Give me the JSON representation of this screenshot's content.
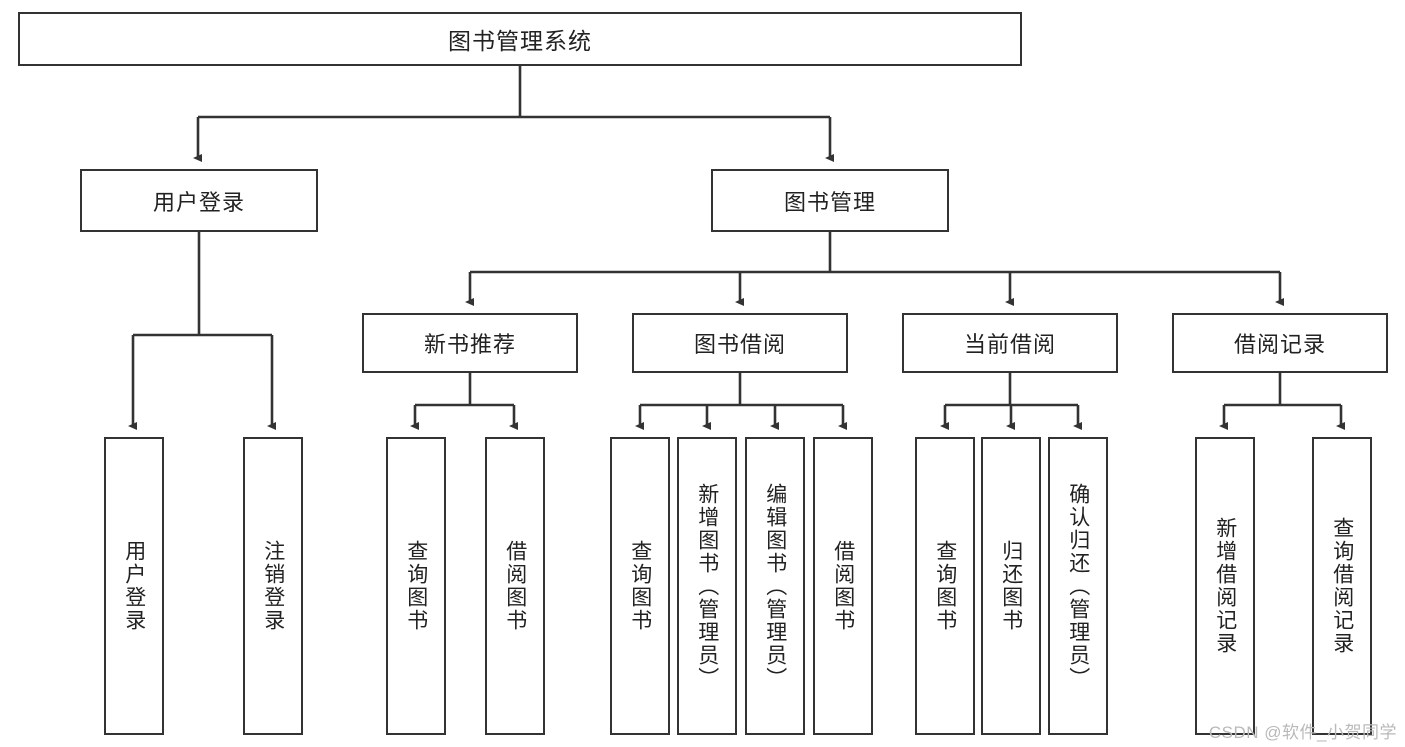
{
  "diagram": {
    "type": "tree",
    "title_node": {
      "label": "图书管理系统"
    },
    "level2": [
      {
        "id": "user-login",
        "label": "用户登录"
      },
      {
        "id": "book-manage",
        "label": "图书管理"
      }
    ],
    "level3": [
      {
        "id": "new-book-recommend",
        "label": "新书推荐"
      },
      {
        "id": "book-borrow",
        "label": "图书借阅"
      },
      {
        "id": "current-borrow",
        "label": "当前借阅"
      },
      {
        "id": "borrow-record",
        "label": "借阅记录"
      }
    ],
    "leaves": {
      "user_login": [
        {
          "id": "leaf-user-login",
          "label": "用户登录"
        },
        {
          "id": "leaf-logout-login",
          "label": "注销登录"
        }
      ],
      "new_book_recommend": [
        {
          "id": "leaf-query-book-1",
          "label": "查询图书"
        },
        {
          "id": "leaf-borrow-book-1",
          "label": "借阅图书"
        }
      ],
      "book_borrow": [
        {
          "id": "leaf-query-book-2",
          "label": "查询图书"
        },
        {
          "id": "leaf-add-book-admin",
          "label": "新增图书（管理员）"
        },
        {
          "id": "leaf-edit-book-admin",
          "label": "编辑图书（管理员）"
        },
        {
          "id": "leaf-borrow-book-2",
          "label": "借阅图书"
        }
      ],
      "current_borrow": [
        {
          "id": "leaf-query-book-3",
          "label": "查询图书"
        },
        {
          "id": "leaf-return-book",
          "label": "归还图书"
        },
        {
          "id": "leaf-confirm-return-admin",
          "label": "确认归还（管理员）"
        }
      ],
      "borrow_record": [
        {
          "id": "leaf-add-borrow-record",
          "label": "新增借阅记录"
        },
        {
          "id": "leaf-query-borrow-record",
          "label": "查询借阅记录"
        }
      ]
    },
    "colors": {
      "stroke": "#333333",
      "box_fill": "#ffffff",
      "text": "#222222",
      "watermark": "#b9b9b9"
    }
  },
  "watermark": {
    "text": "CSDN @软件_小贺同学"
  }
}
